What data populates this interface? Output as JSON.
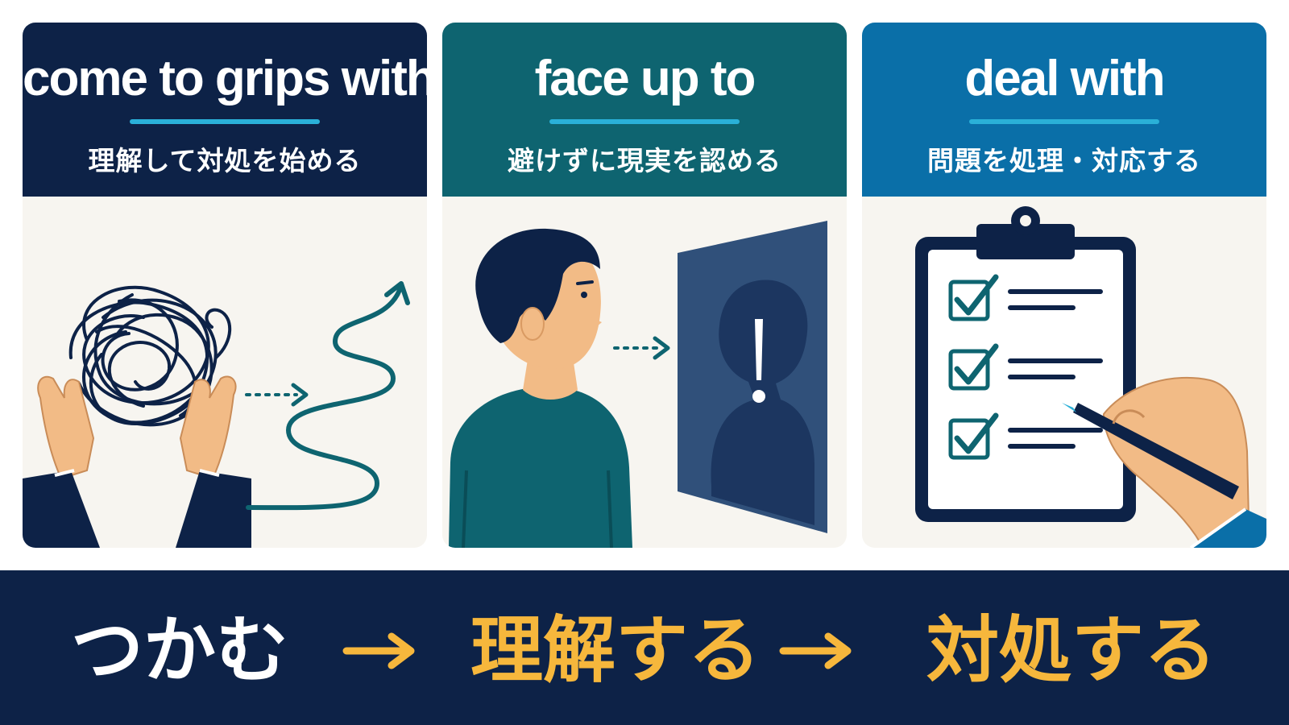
{
  "colors": {
    "navy": "#0d2247",
    "teal": "#0e6470",
    "blue": "#0a6fa8",
    "accent_cyan": "#2ab0d8",
    "accent_gold": "#f6b73c",
    "panel_bg": "#f7f5f0",
    "skin": "#f2bb86"
  },
  "cards": [
    {
      "phrase": "come to grips with",
      "meaning": "理解して対処を始める",
      "icon": "tangled-yarn-to-path"
    },
    {
      "phrase": "face up to",
      "meaning": "避けずに現実を認める",
      "icon": "person-facing-mirror"
    },
    {
      "phrase": "deal with",
      "meaning": "問題を処理・対応する",
      "icon": "clipboard-checklist"
    }
  ],
  "flow": {
    "steps": [
      "つかむ",
      "理解する",
      "対処する"
    ],
    "arrow_icon": "right-arrow-icon"
  }
}
